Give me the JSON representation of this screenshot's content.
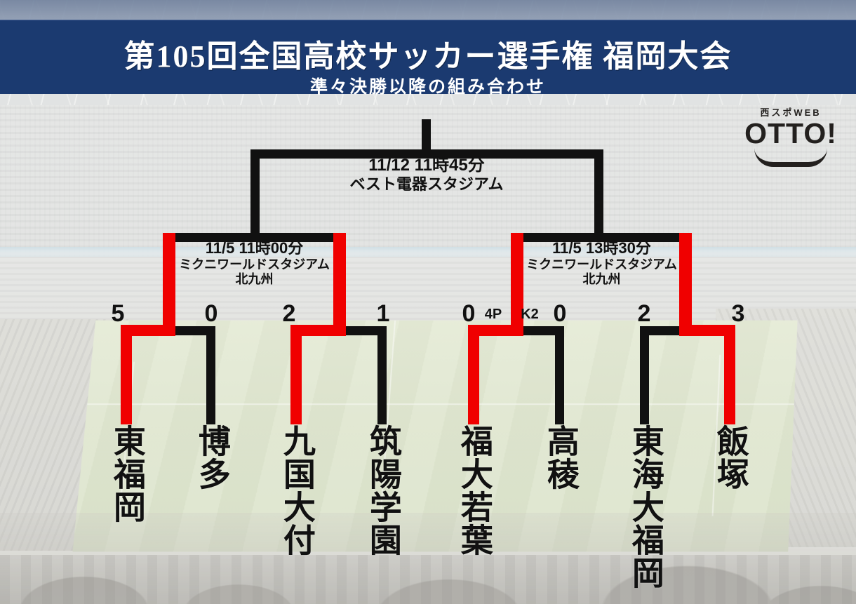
{
  "header": {
    "title": "第105回全国高校サッカー選手権 福岡大会",
    "subtitle": "準々決勝以降の組み合わせ"
  },
  "logo": {
    "sup": "西スポWEB",
    "main": "OTTO!"
  },
  "colors": {
    "header_bg": "#1b3a70",
    "winner_line": "#f00000",
    "line": "#111111",
    "text": "#111111"
  },
  "bracket": {
    "final": {
      "date": "11/12 11時45分",
      "venue": "ベスト電器スタジアム",
      "venue2": ""
    },
    "semifinals": [
      {
        "date": "11/5 11時00分",
        "venue": "ミクニワールドスタジアム",
        "venue2": "北九州"
      },
      {
        "date": "11/5 13時30分",
        "venue": "ミクニワールドスタジアム",
        "venue2": "北九州"
      }
    ],
    "quarterfinals": [
      {
        "left_team": "東福岡",
        "right_team": "博多",
        "left_score": "5",
        "right_score": "0",
        "pk": null,
        "winner": "left"
      },
      {
        "left_team": "九国大付",
        "right_team": "筑陽学園",
        "left_score": "2",
        "right_score": "1",
        "pk": null,
        "winner": "left"
      },
      {
        "left_team": "福大若葉",
        "right_team": "高稜",
        "left_score": "0",
        "right_score": "0",
        "pk": "4PK2",
        "pk_left": "4P",
        "pk_right": "K2",
        "winner": "left"
      },
      {
        "left_team": "東海大福岡",
        "right_team": "飯塚",
        "left_score": "2",
        "right_score": "3",
        "pk": null,
        "winner": "right"
      }
    ]
  }
}
